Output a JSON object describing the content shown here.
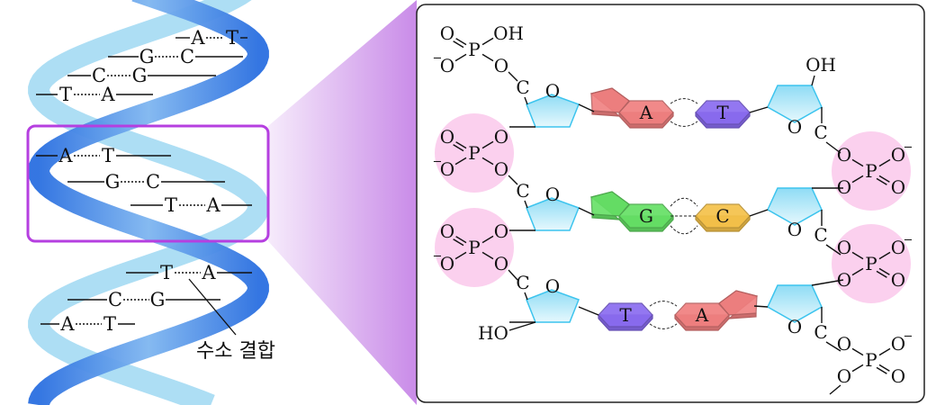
{
  "left_helix": {
    "base_pairs": [
      {
        "left": "A",
        "right": "T"
      },
      {
        "left": "G",
        "right": "C"
      },
      {
        "left": "C",
        "right": "G"
      },
      {
        "left": "T",
        "right": "A"
      },
      {
        "left": "A",
        "right": "T"
      },
      {
        "left": "G",
        "right": "C"
      },
      {
        "left": "T",
        "right": "A"
      },
      {
        "left": "T",
        "right": "A"
      },
      {
        "left": "C",
        "right": "G"
      },
      {
        "left": "A",
        "right": "T"
      }
    ],
    "hydrogen_bond_label": "수소 결합"
  },
  "right_panel": {
    "nucleotide_pairs": [
      {
        "left": "A",
        "right": "T"
      },
      {
        "left": "G",
        "right": "C"
      },
      {
        "left": "T",
        "right": "A"
      }
    ],
    "atoms": {
      "oxygen": "O",
      "phosphorus": "P",
      "carbon": "C",
      "hydroxyl": "OH",
      "hydroxyl_left": "HO",
      "minus": "−"
    }
  },
  "colors": {
    "adenine": "#f08080",
    "thymine": "#8a6cf0",
    "guanine": "#66e066",
    "cytosine": "#f5c24a",
    "sugar": "#8fdcf5",
    "phosphate_circle": "#fbd0ee",
    "highlight_box": "#b53fe0",
    "strand_light": "#a9dcf3",
    "strand_dark": "#3a86e8"
  }
}
